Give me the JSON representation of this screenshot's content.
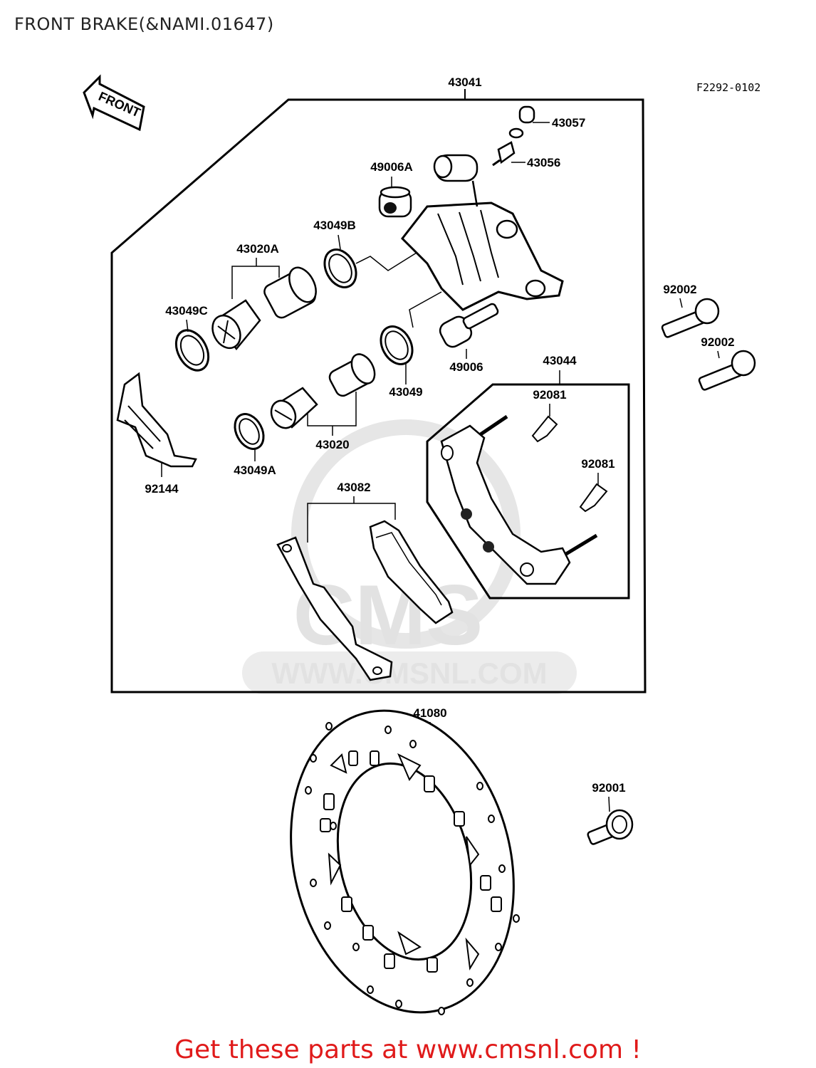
{
  "title": "FRONT BRAKE(&NAMI.01647)",
  "figure_code": "F2292-0102",
  "front_arrow_text": "FRONT",
  "watermark": {
    "brand": "CMS",
    "url": "WWW.CMSNL.COM"
  },
  "footer": "Get these parts at www.cmsnl.com !",
  "colors": {
    "footer_text": "#e01a1a",
    "line": "#000000",
    "watermark": "#e2e2e2"
  },
  "parts": {
    "p43041": "43041",
    "p43057": "43057",
    "p43056": "43056",
    "p49006A": "49006A",
    "p43049B": "43049B",
    "p43020A": "43020A",
    "p43049C": "43049C",
    "p92002a": "92002",
    "p92002b": "92002",
    "p43044": "43044",
    "p49006": "49006",
    "p43049": "43049",
    "p92081a": "92081",
    "p92081b": "92081",
    "p43020": "43020",
    "p43049A": "43049A",
    "p92144": "92144",
    "p43082": "43082",
    "p41080": "41080",
    "p92001": "92001"
  }
}
